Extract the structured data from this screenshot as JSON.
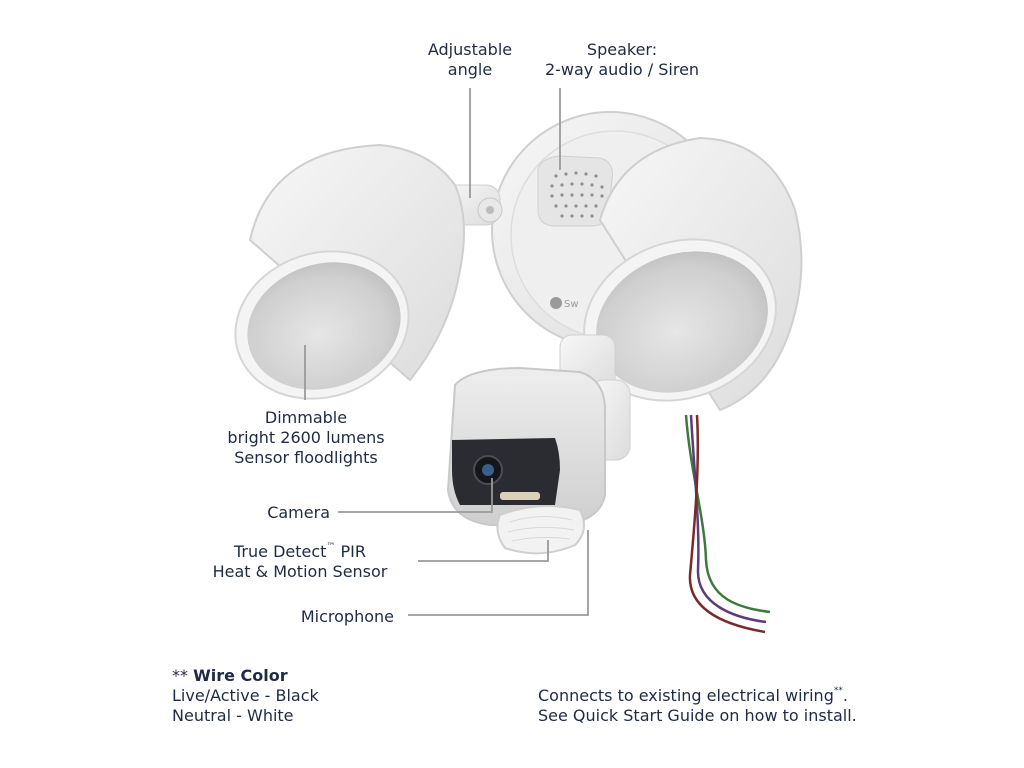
{
  "labels": {
    "adjustable": [
      "Adjustable",
      "angle"
    ],
    "speaker": [
      "Speaker:",
      "2-way audio / Siren"
    ],
    "dimmable": [
      "Dimmable",
      "bright 2600 lumens",
      "Sensor floodlights"
    ],
    "camera": "Camera",
    "pir": {
      "prefix": "True Detect",
      "tm": "™",
      "suffix": " PIR",
      "line2": "Heat & Motion Sensor"
    },
    "microphone": "Microphone"
  },
  "device": {
    "logo_text": "Sw"
  },
  "wire_note": {
    "prefix": "** ",
    "title": "Wire Color",
    "line1": "Live/Active - Black",
    "line2": "Neutral - White"
  },
  "install_note": {
    "line1_text": "Connects to existing electrical wiring",
    "line1_mark": "**",
    "line1_end": ".",
    "line2": "See Quick Start Guide on how to install."
  },
  "colors": {
    "text": "#1f2a44",
    "leader": "#9a9a9a",
    "wire_green": "#3c7a3a",
    "wire_purple": "#5a3d7a",
    "wire_red": "#7a2a2a"
  }
}
